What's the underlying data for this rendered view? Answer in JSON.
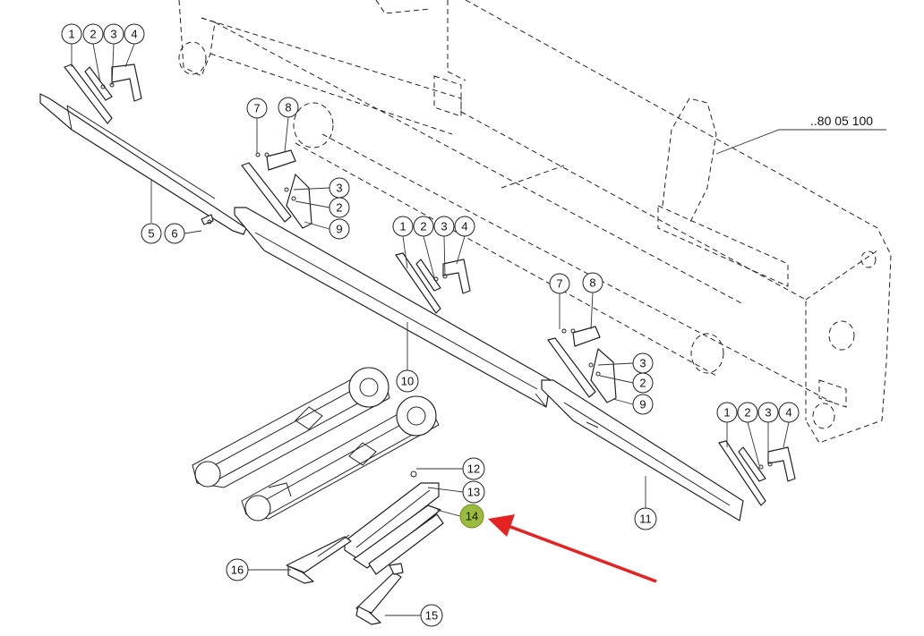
{
  "diagram": {
    "reference_label": "..80 05 100",
    "highlight_color": "#9bbb3b",
    "arrow_color": "#e32222",
    "callouts": {
      "c1a": "1",
      "c2a": "2",
      "c3a": "3",
      "c4a": "4",
      "c7a": "7",
      "c8a": "8",
      "c3b": "3",
      "c2b": "2",
      "c9a": "9",
      "c5": "5",
      "c6": "6",
      "c1b": "1",
      "c2c": "2",
      "c3c": "3",
      "c4b": "4",
      "c7b": "7",
      "c8b": "8",
      "c3d": "3",
      "c2d": "2",
      "c9b": "9",
      "c10": "10",
      "c1c": "1",
      "c2e": "2",
      "c3e": "3",
      "c4c": "4",
      "c11": "11",
      "c12": "12",
      "c13": "13",
      "c14": "14",
      "c15": "15",
      "c16": "16"
    }
  }
}
